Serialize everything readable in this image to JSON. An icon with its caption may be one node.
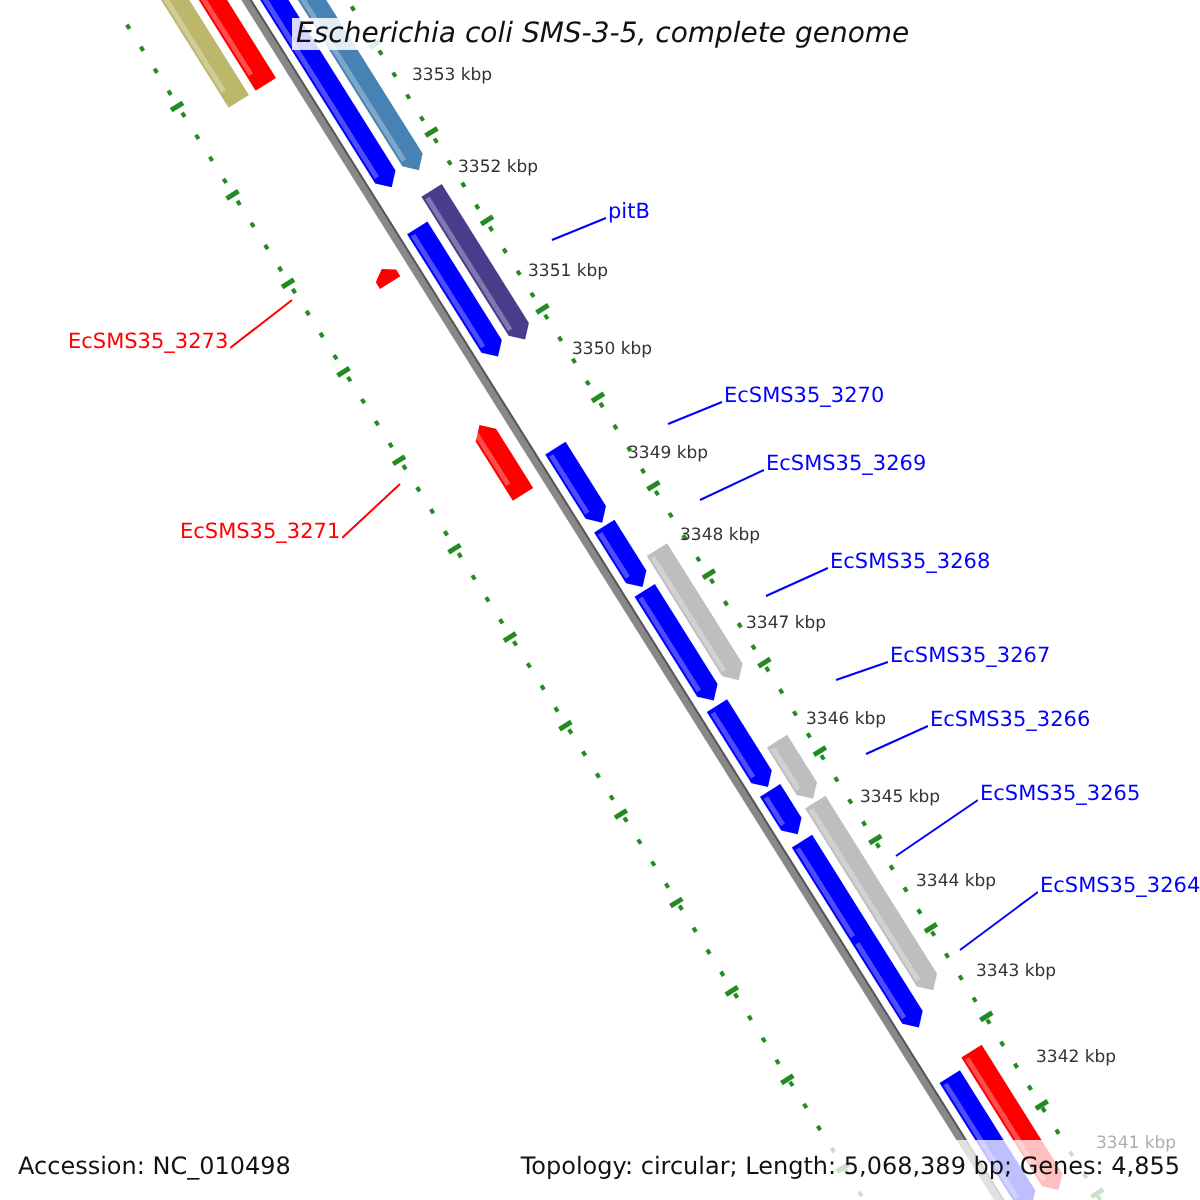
{
  "diagram": {
    "title": "Escherichia coli SMS-3-5, complete genome",
    "nodes": [
      {
        "text": [
          "pitB"
        ]
      },
      {
        "text": [
          "EcSMS35_3273"
        ]
      },
      {
        "text": [
          "EcSMS35_3270"
        ]
      },
      {
        "text": [
          "EcSMS35_3269"
        ]
      },
      {
        "text": [
          "EcSMS35_3271"
        ]
      },
      {
        "text": [
          "EcSMS35_3268"
        ]
      },
      {
        "text": [
          "EcSMS35_3267"
        ]
      },
      {
        "text": [
          "EcSMS35_3266"
        ]
      },
      {
        "text": [
          "EcSMS35_3265"
        ]
      },
      {
        "text": [
          "EcSMS35_3264"
        ]
      }
    ],
    "edges": [
      {
        "from": 0,
        "to": null,
        "arrow": "none"
      },
      {
        "from": 1,
        "to": null,
        "arrow": "none",
        "color": "#ff0000"
      },
      {
        "from": 2,
        "to": null,
        "arrow": "none"
      },
      {
        "from": 3,
        "to": null,
        "arrow": "none"
      },
      {
        "from": 4,
        "to": null,
        "arrow": "none",
        "color": "#ff0000"
      },
      {
        "from": 5,
        "to": null,
        "arrow": "none"
      },
      {
        "from": 6,
        "to": null,
        "arrow": "none"
      },
      {
        "from": 7,
        "to": null,
        "arrow": "none"
      },
      {
        "from": 8,
        "to": null,
        "arrow": "none"
      },
      {
        "from": 9,
        "to": null,
        "arrow": "none"
      }
    ],
    "labels": [
      "3353 kbp",
      "3352 kbp",
      "3351 kbp",
      "3350 kbp",
      "3349 kbp",
      "3348 kbp",
      "3347 kbp",
      "3346 kbp",
      "3345 kbp",
      "3344 kbp",
      "3343 kbp",
      "3342 kbp",
      "3341 kbp",
      "Accession: NC_010498",
      "Topology: circular; Length: 5,068,389 bp; Genes: 4,855"
    ]
  }
}
